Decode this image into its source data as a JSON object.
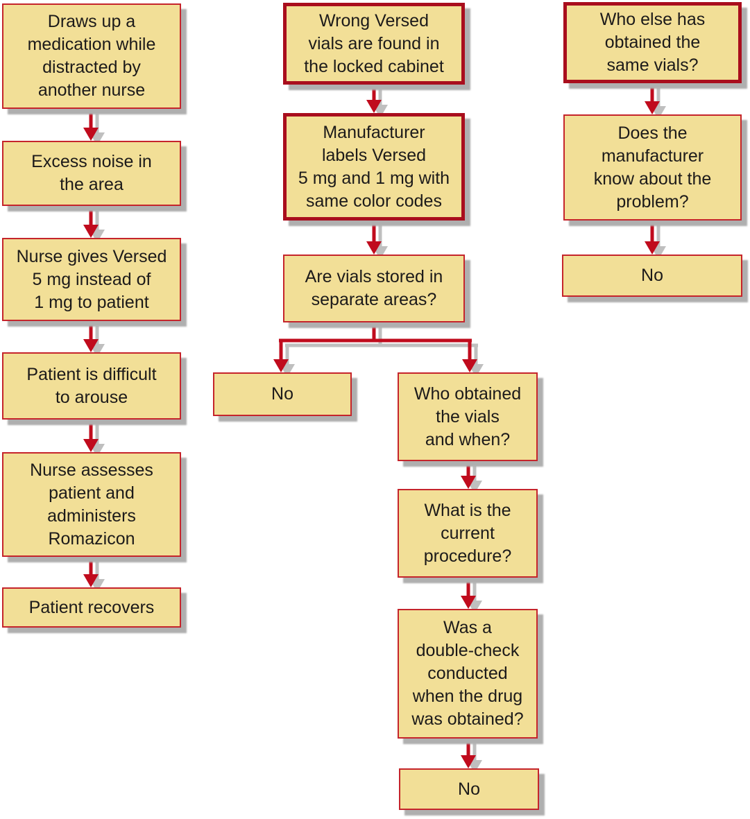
{
  "diagram_type": "flowchart",
  "colors": {
    "background": "#FFFFFF",
    "box_fill": "#F2DF97",
    "border_thin": "#C5242B",
    "border_thick": "#A90E1D",
    "arrow": "#C00B1D",
    "arrow_shadow": "#BFBFBF",
    "shadow": "#AFAFAF",
    "text": "#1C1A1A"
  },
  "nodes": {
    "a1": {
      "text": "Draws up a\nmedication while\ndistracted by\nanother nurse",
      "emphasis": false
    },
    "a2": {
      "text": "Excess noise in\nthe area",
      "emphasis": false
    },
    "a3": {
      "text": "Nurse gives Versed\n5 mg instead of\n1 mg to patient",
      "emphasis": false
    },
    "a4": {
      "text": "Patient is difficult\nto arouse",
      "emphasis": false
    },
    "a5": {
      "text": "Nurse assesses\npatient and\nadministers\nRomazicon",
      "emphasis": false
    },
    "a6": {
      "text": "Patient recovers",
      "emphasis": false
    },
    "b1": {
      "text": "Wrong Versed\nvials are found in\nthe locked cabinet",
      "emphasis": true
    },
    "b2": {
      "text": "Manufacturer\nlabels Versed\n5 mg and 1 mg with\nsame color codes",
      "emphasis": true
    },
    "b3": {
      "text": "Are vials stored in\nseparate areas?",
      "emphasis": false
    },
    "b4": {
      "text": "No",
      "emphasis": false
    },
    "b5": {
      "text": "Who obtained\nthe vials\nand when?",
      "emphasis": false
    },
    "b6": {
      "text": "What is the\ncurrent\nprocedure?",
      "emphasis": false
    },
    "b7": {
      "text": "Was a\ndouble-check\nconducted\nwhen the drug\nwas obtained?",
      "emphasis": false
    },
    "b8": {
      "text": "No",
      "emphasis": false
    },
    "c1": {
      "text": "Who else has\nobtained the\nsame vials?",
      "emphasis": true
    },
    "c2": {
      "text": "Does the\nmanufacturer\nknow about the\nproblem?",
      "emphasis": false
    },
    "c3": {
      "text": "No",
      "emphasis": false
    }
  },
  "edges": [
    {
      "from": "a1",
      "to": "a2"
    },
    {
      "from": "a2",
      "to": "a3"
    },
    {
      "from": "a3",
      "to": "a4"
    },
    {
      "from": "a4",
      "to": "a5"
    },
    {
      "from": "a5",
      "to": "a6"
    },
    {
      "from": "b1",
      "to": "b2"
    },
    {
      "from": "b2",
      "to": "b3"
    },
    {
      "from": "b3",
      "to": "b4"
    },
    {
      "from": "b3",
      "to": "b5"
    },
    {
      "from": "b5",
      "to": "b6"
    },
    {
      "from": "b6",
      "to": "b7"
    },
    {
      "from": "b7",
      "to": "b8"
    },
    {
      "from": "c1",
      "to": "c2"
    },
    {
      "from": "c2",
      "to": "c3"
    }
  ]
}
